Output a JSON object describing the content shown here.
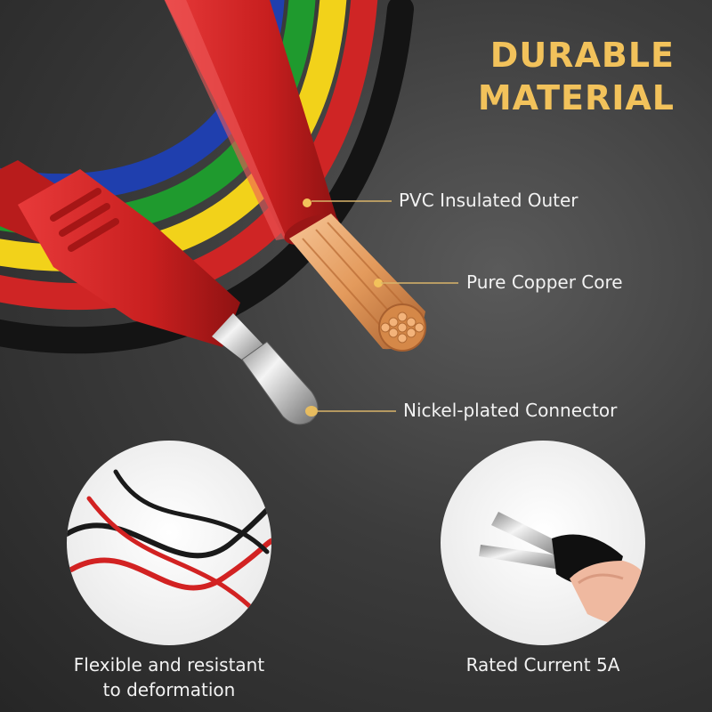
{
  "headline": {
    "line1": "DURABLE",
    "line2": "MATERIAL"
  },
  "callouts": {
    "outer": "PVC Insulated Outer",
    "core": "Pure Copper Core",
    "connector": "Nickel-plated Connector"
  },
  "captions": {
    "flexible_line1": "Flexible and resistant",
    "flexible_line2": "to deformation",
    "rated": "Rated Current 5A"
  },
  "colors": {
    "accent": "#f2c25b",
    "cable_red": "#d62a2a",
    "cable_blue": "#1f3fae",
    "cable_green": "#1f9a2e",
    "cable_yellow": "#f2d21a",
    "cable_black": "#141414",
    "copper": "#e39a5c"
  }
}
